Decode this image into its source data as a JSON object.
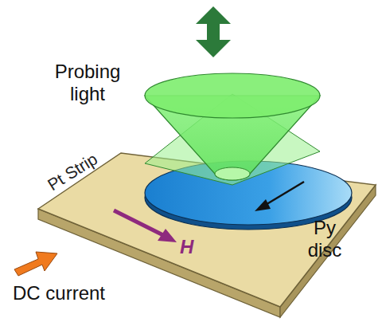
{
  "diagram": {
    "labels": [
      "Probing light",
      "Pt Strip",
      "H",
      "Py disc",
      "DC current"
    ]
  }
}
